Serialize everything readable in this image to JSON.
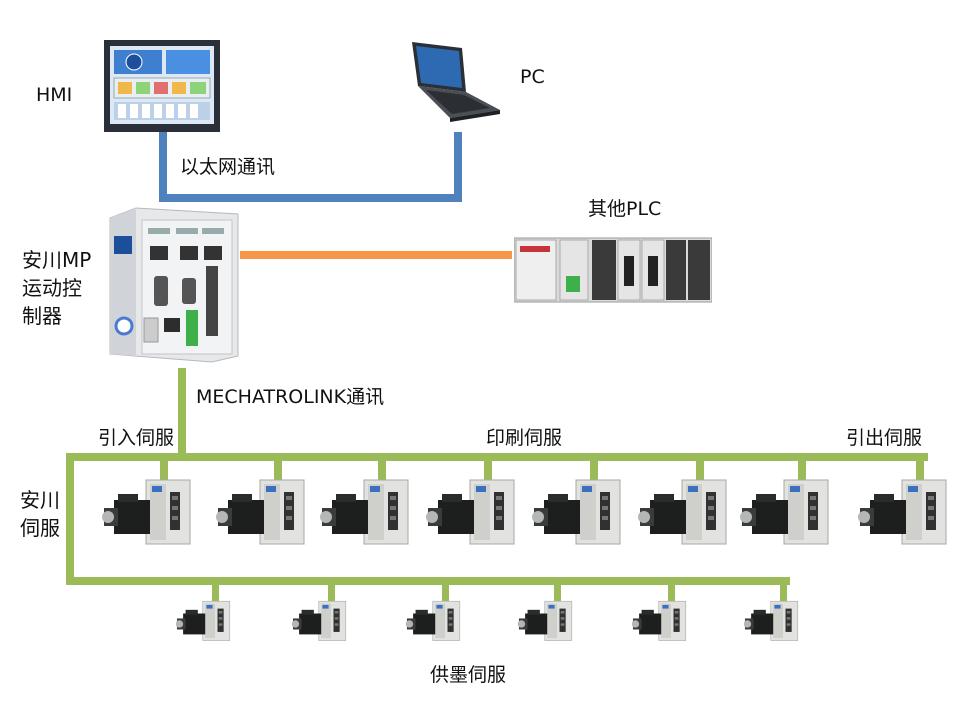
{
  "colors": {
    "ethernet": "#4f81bd",
    "orange": "#f79646",
    "bus": "#9bbb59",
    "text": "#111111"
  },
  "labels": {
    "hmi": "HMI",
    "pc": "PC",
    "ethernet": "以太网通讯",
    "other_plc": "其他PLC",
    "controller": "安川MP\n运动控\n制器",
    "mechatrolink": "MECHATROLINK通讯",
    "infeed_servo": "引入伺服",
    "print_servo": "印刷伺服",
    "outfeed_servo": "引出伺服",
    "yaskawa_servo": "安川\n伺服",
    "ink_servo": "供墨伺服"
  },
  "devices": {
    "hmi_screen_icon": "touch-panel",
    "pc_icon": "laptop",
    "controller_icon": "motion-controller",
    "plc_icon": "plc-rack",
    "servo_icon": "servo-drive-motor"
  },
  "upper_servo_count": 8,
  "lower_servo_count": 6
}
